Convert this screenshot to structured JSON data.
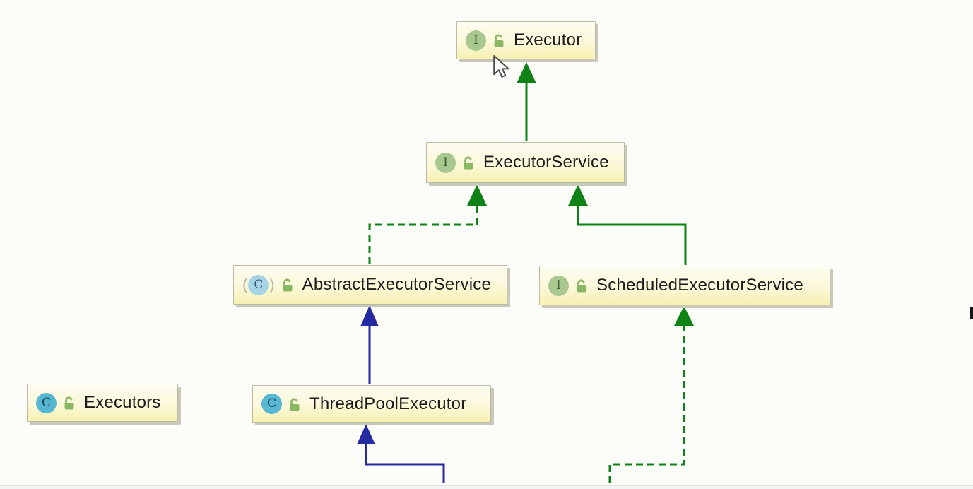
{
  "diagram": {
    "nodes": [
      {
        "id": "executor",
        "label": "Executor",
        "kind": "interface",
        "icon_letter": "I",
        "visibility": "public"
      },
      {
        "id": "executor-service",
        "label": "ExecutorService",
        "kind": "interface",
        "icon_letter": "I",
        "visibility": "public"
      },
      {
        "id": "abstract-executor-service",
        "label": "AbstractExecutorService",
        "kind": "abstract-class",
        "icon_letter": "C",
        "visibility": "public"
      },
      {
        "id": "scheduled-executor-service",
        "label": "ScheduledExecutorService",
        "kind": "interface",
        "icon_letter": "I",
        "visibility": "public"
      },
      {
        "id": "executors",
        "label": "Executors",
        "kind": "class",
        "icon_letter": "C",
        "visibility": "public"
      },
      {
        "id": "thread-pool-executor",
        "label": "ThreadPoolExecutor",
        "kind": "class",
        "icon_letter": "C",
        "visibility": "public"
      }
    ],
    "edges": [
      {
        "from": "ExecutorService",
        "to": "Executor",
        "relation": "extends",
        "line": "solid",
        "color": "green"
      },
      {
        "from": "AbstractExecutorService",
        "to": "ExecutorService",
        "relation": "implements",
        "line": "dashed",
        "color": "green"
      },
      {
        "from": "ScheduledExecutorService",
        "to": "ExecutorService",
        "relation": "extends",
        "line": "solid",
        "color": "green"
      },
      {
        "from": "ThreadPoolExecutor",
        "to": "AbstractExecutorService",
        "relation": "extends",
        "line": "solid",
        "color": "blue"
      },
      {
        "from": "off-screen-bottom",
        "to": "ThreadPoolExecutor",
        "relation": "extends",
        "line": "solid",
        "color": "blue"
      },
      {
        "from": "off-screen-bottom",
        "to": "ScheduledExecutorService",
        "relation": "implements",
        "line": "dashed",
        "color": "green"
      }
    ],
    "colors": {
      "edge_green": "#0e8214",
      "edge_blue": "#262aa0",
      "node_fill_top": "#fdfdf1",
      "node_fill_bottom": "#f7f1b2",
      "node_border": "#b9b9a5",
      "interface_icon_bg": "#a9c88f",
      "class_icon_bg": "#57b6d2",
      "abstract_icon_bg": "#a6d4e6",
      "lock_icon": "#8ab763"
    }
  }
}
